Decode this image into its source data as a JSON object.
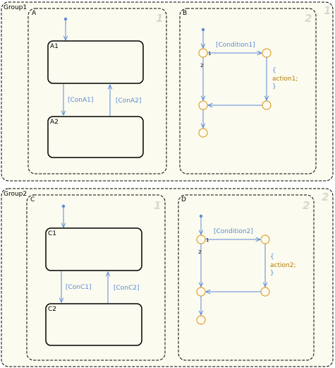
{
  "colors": {
    "background": "#ffffff",
    "box_fill": "#fbfbef",
    "outline": "#000000",
    "transition": "#5b8ad8",
    "junction": "#e0a030",
    "action_text": "#b07a00",
    "order_number": "#d8d8d0"
  },
  "groups": [
    {
      "label": "Group1",
      "order": "1",
      "subcharts": [
        {
          "label": "A",
          "order": "1",
          "kind": "states",
          "states": [
            {
              "label": "A1"
            },
            {
              "label": "A2"
            }
          ],
          "transitions": {
            "down": "[ConA1]",
            "up": "[ConA2]"
          }
        },
        {
          "label": "B",
          "order": "2",
          "kind": "flow",
          "condition": "[Condition1]",
          "action": {
            "open": "{",
            "body": "action1;",
            "close": "}"
          },
          "order_labels": {
            "first": "1",
            "second": "2"
          }
        }
      ]
    },
    {
      "label": "Group2",
      "order": "2",
      "subcharts": [
        {
          "label": "C",
          "order": "1",
          "kind": "states",
          "states": [
            {
              "label": "C1"
            },
            {
              "label": "C2"
            }
          ],
          "transitions": {
            "down": "[ConC1]",
            "up": "[ConC2]"
          }
        },
        {
          "label": "D",
          "order": "2",
          "kind": "flow",
          "condition": "[Condition2]",
          "action": {
            "open": "{",
            "body": "action2;",
            "close": "}"
          },
          "order_labels": {
            "first": "1",
            "second": "2"
          }
        }
      ]
    }
  ]
}
